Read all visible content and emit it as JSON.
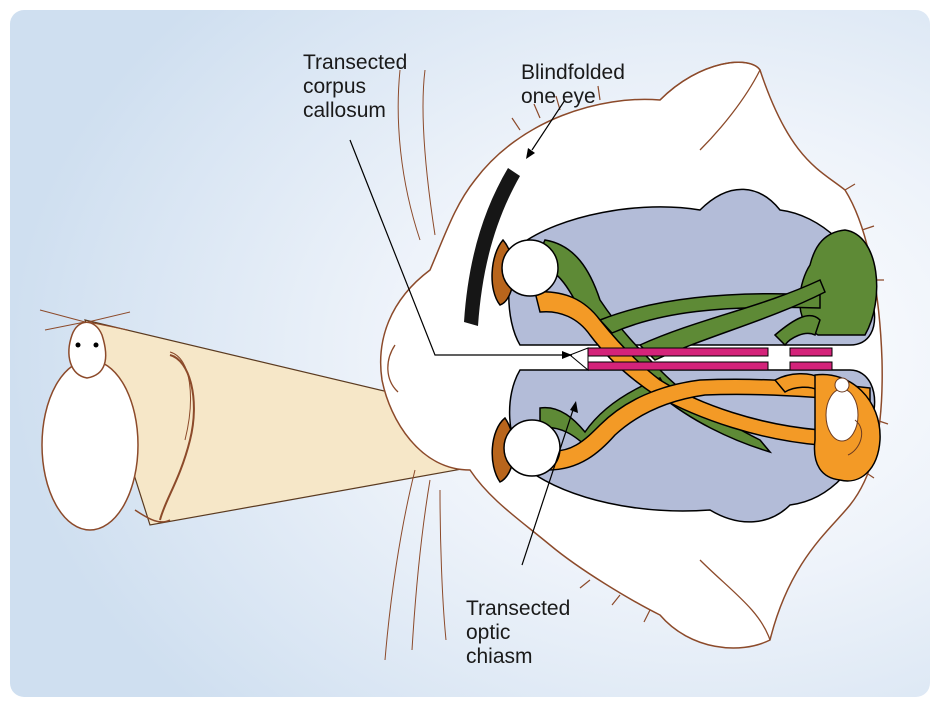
{
  "labels": {
    "corpus_callosum": "Transected\ncorpus\ncallosum",
    "blindfold": "Blindfolded\none eye",
    "optic_chiasm": "Transected\noptic\nchiasm"
  },
  "colors": {
    "background": "#cfdff0",
    "brain": "#b3bcd8",
    "left_pathway": "#5e8a36",
    "right_pathway": "#f39a26",
    "corpus_callosum": "#d4237a",
    "visual_field": "#f6e7c8",
    "blindfold": "#161616",
    "fur_outline": "#8c4a2a",
    "iris": "#b8651c"
  },
  "icons": [
    "cat-head",
    "rat-stimulus",
    "rat-image",
    "eye-left",
    "eye-right",
    "blindfold-patch"
  ]
}
